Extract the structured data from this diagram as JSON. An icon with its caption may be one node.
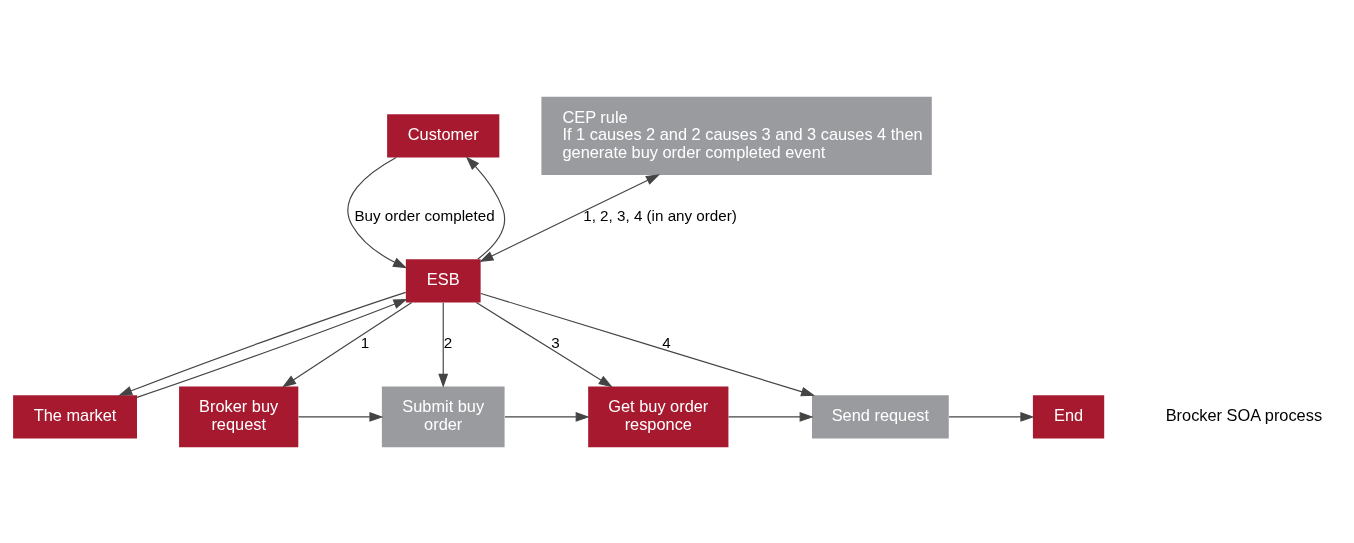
{
  "diagram": {
    "nodes": [
      {
        "text": [
          "Customer"
        ]
      },
      {
        "text": [
          "ESB"
        ]
      },
      {
        "text": [
          "CEP rule",
          "If 1 causes 2 and 2 causes 3 and 3 causes 4 then generate buy order completed event"
        ]
      },
      {
        "text": [
          "The market"
        ]
      },
      {
        "text": [
          "Broker buy request"
        ]
      },
      {
        "text": [
          "Submit buy order"
        ]
      },
      {
        "text": [
          "Get buy order responce"
        ]
      },
      {
        "text": [
          "Send request"
        ]
      },
      {
        "text": [
          "End"
        ]
      }
    ],
    "edges": [
      {
        "from": 0,
        "to": 1,
        "arrow": "to",
        "label": "Buy order completed"
      },
      {
        "from": 1,
        "to": 0,
        "arrow": "to"
      },
      {
        "from": 3,
        "to": 1,
        "arrow": "to"
      },
      {
        "from": 1,
        "to": 3,
        "arrow": "to"
      },
      {
        "from": 1,
        "to": 2,
        "arrow": "both",
        "label": "1, 2, 3, 4 (in any order)"
      },
      {
        "from": 1,
        "to": 4,
        "arrow": "to",
        "label": "1"
      },
      {
        "from": 1,
        "to": 5,
        "arrow": "to",
        "label": "2"
      },
      {
        "from": 1,
        "to": 6,
        "arrow": "to",
        "label": "3"
      },
      {
        "from": 1,
        "to": 7,
        "arrow": "to",
        "label": "4"
      },
      {
        "from": 4,
        "to": 5,
        "arrow": "to"
      },
      {
        "from": 5,
        "to": 6,
        "arrow": "to"
      },
      {
        "from": 6,
        "to": 7,
        "arrow": "to"
      },
      {
        "from": 7,
        "to": 8,
        "arrow": "to"
      }
    ],
    "labels": [
      "Brocker SOA process"
    ]
  }
}
